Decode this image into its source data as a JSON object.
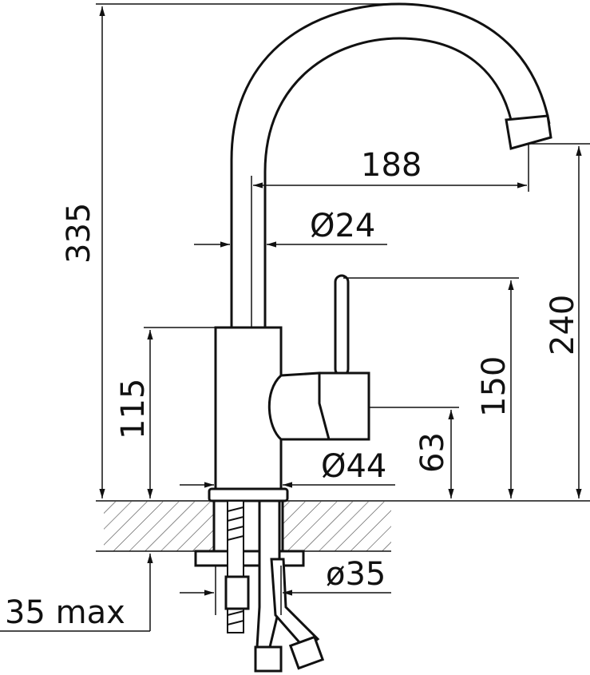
{
  "drawing": {
    "dimensions": {
      "total_height": "335",
      "spout_reach": "188",
      "pipe_diameter": "Ø24",
      "body_height": "115",
      "body_diameter": "Ø44",
      "lever_height": "150",
      "spout_height": "240",
      "handle_axis_height": "63",
      "mount_hole_diameter": "ø35",
      "max_countertop_thickness": "35 max"
    }
  }
}
